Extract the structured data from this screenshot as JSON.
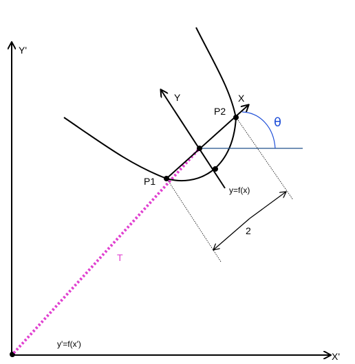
{
  "labels": {
    "y_prime_axis": "Y'",
    "x_prime_axis": "X'",
    "y_axis": "Y",
    "x_axis": "X",
    "p1": "P1",
    "p2": "P2",
    "local_function": "y=f(x)",
    "global_function": "y'=f(x')",
    "translation": "T",
    "distance": "2",
    "angle": "θ"
  },
  "colors": {
    "lines": "#000000",
    "translation": "#e040d0",
    "angle": "#1f4fd8",
    "horizontal_ref": "#1f4f8a"
  }
}
